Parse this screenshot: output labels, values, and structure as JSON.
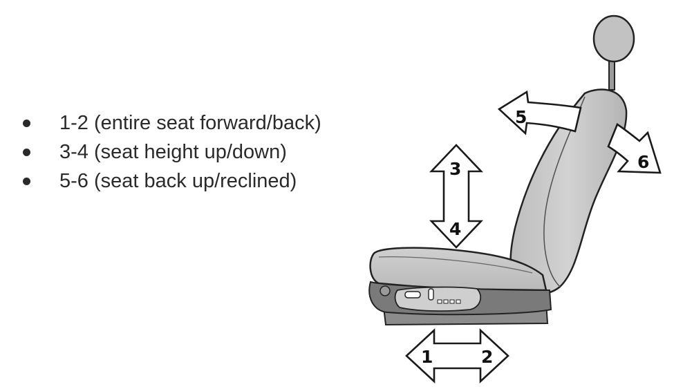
{
  "bullets": [
    "1-2 (entire seat forward/back)",
    "3-4 (seat height up/down)",
    "5-6 (seat back up/reclined)"
  ],
  "arrow_labels": {
    "one": "1",
    "two": "2",
    "three": "3",
    "four": "4",
    "five": "5",
    "six": "6"
  },
  "colors": {
    "seat_fill": "#c9c9c9",
    "seat_dark": "#7a7a7a",
    "base": "#8c8c8c",
    "text": "#2a2a2a"
  }
}
